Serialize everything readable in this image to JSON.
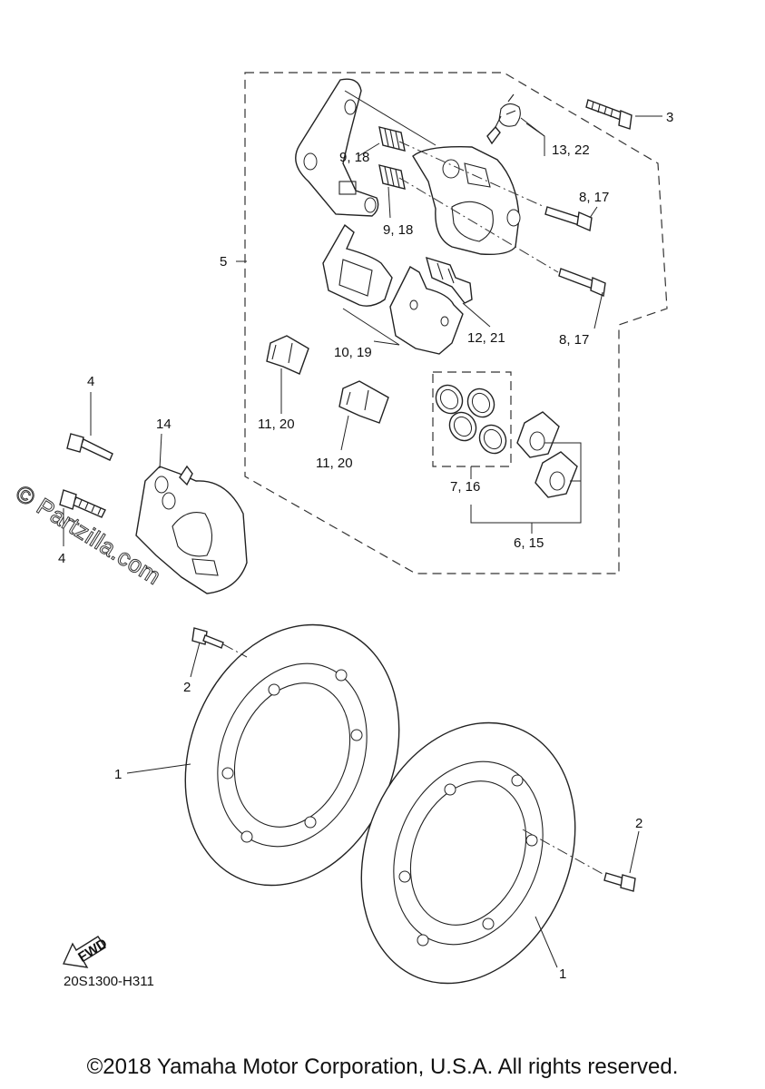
{
  "callouts": {
    "c1a": "1",
    "c1b": "1",
    "c2a": "2",
    "c2b": "2",
    "c3": "3",
    "c4a": "4",
    "c4b": "4",
    "c5": "5",
    "c6": "6, 15",
    "c7": "7, 16",
    "c8a": "8, 17",
    "c8b": "8, 17",
    "c9a": "9, 18",
    "c9b": "9, 18",
    "c10": "10, 19",
    "c11a": "11, 20",
    "c11b": "11, 20",
    "c12": "12, 21",
    "c13": "13, 22",
    "c14": "14"
  },
  "fwd_label": "FWD",
  "diagram_code": "20S1300-H311",
  "watermark": "© Partzilla.com",
  "copyright": "©2018 Yamaha Motor Corporation, U.S.A. All rights reserved."
}
